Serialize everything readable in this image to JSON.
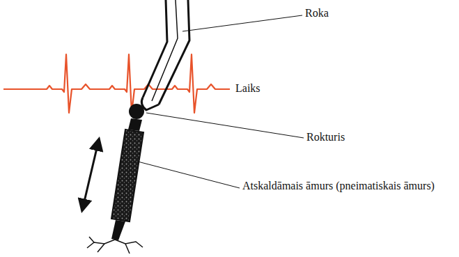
{
  "diagram": {
    "labels": [
      "Roka",
      "Laiks",
      "Rokturis",
      "Atskaldāmais āmurs (pneimatiskais āmurs)"
    ]
  }
}
